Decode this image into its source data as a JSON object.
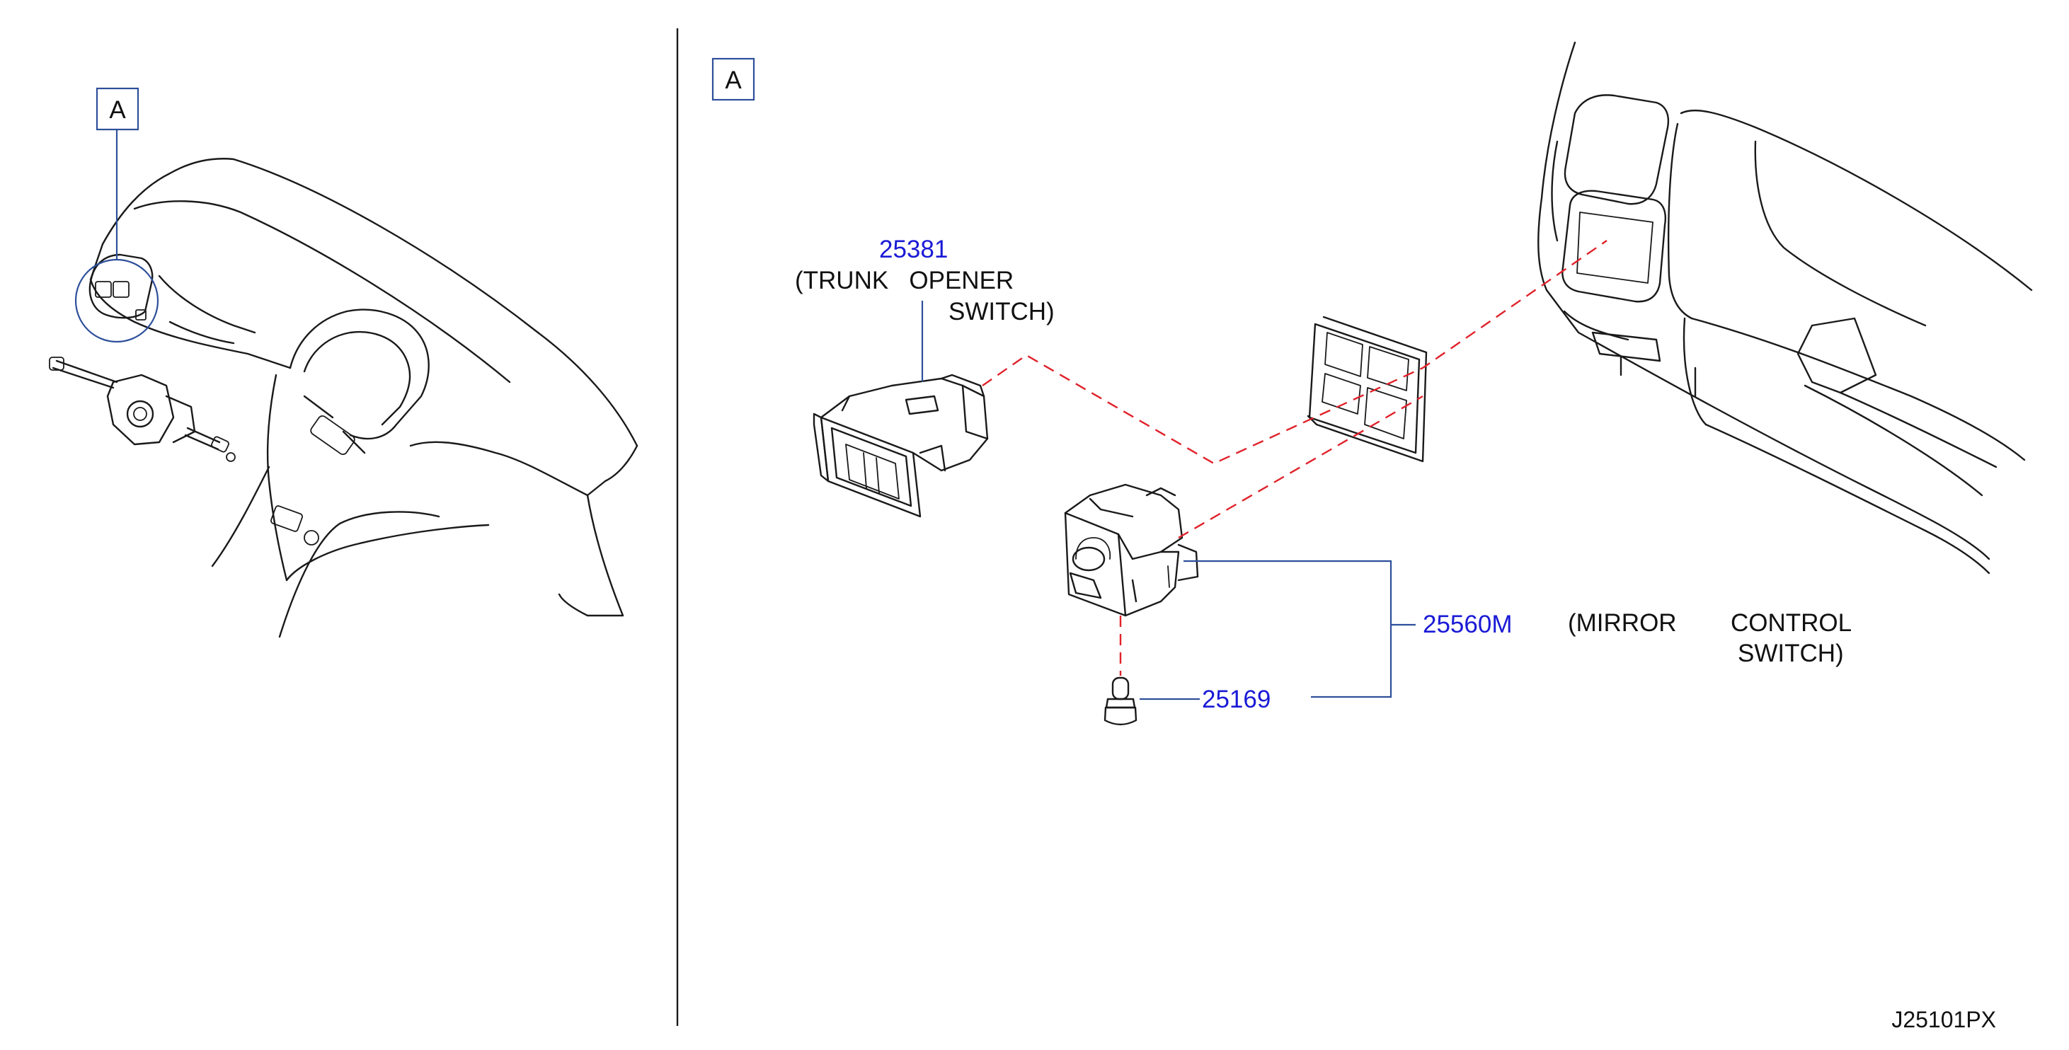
{
  "callouts": {
    "left_view": "A",
    "right_view": "A"
  },
  "parts": [
    {
      "number": "25381",
      "description": [
        "(TRUNK   OPENER",
        "SWITCH)"
      ]
    },
    {
      "number": "25560M",
      "description": [
        "(MIRROR",
        "CONTROL",
        "SWITCH)"
      ]
    },
    {
      "number": "25169",
      "description": []
    }
  ],
  "figure_code": "J25101PX",
  "colors": {
    "part_number": "#1a1ad6",
    "leader_line": "#2d4f9a",
    "dashed_line": "#e0222a",
    "drawing": "#1a1a1a"
  }
}
